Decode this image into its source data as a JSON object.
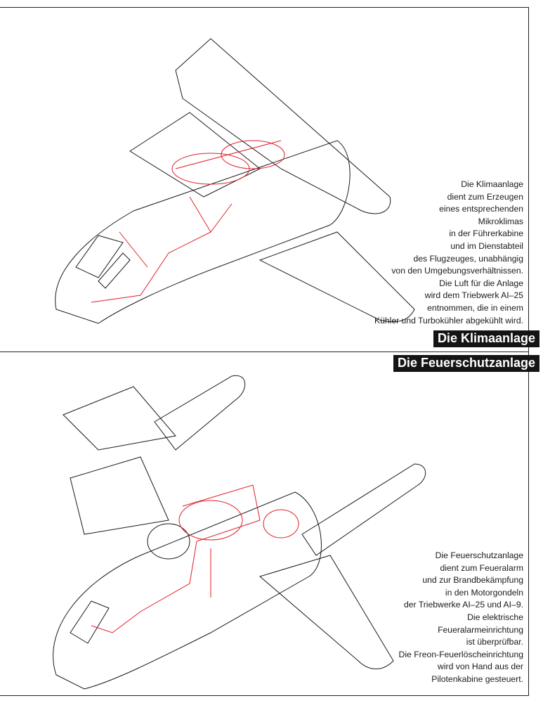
{
  "sections": [
    {
      "title": "Die Klimaanlage",
      "lines": [
        "Die Klimaanlage",
        "dient zum Erzeugen",
        "eines entsprechenden",
        "Mikroklimas",
        "in der Führerkabine",
        "und im Dienstabteil",
        "des Flugzeuges, unabhängig",
        "von den Umgebungsverhältnissen.",
        "Die Luft für die Anlage",
        "wird dem Triebwerk AI–25",
        "entnommen, die in einem",
        "Kühler und Turbokühler abgekühlt wird."
      ]
    },
    {
      "title": "Die Feuerschutzanlage",
      "lines": [
        "Die Feuerschutzanlage",
        "dient zum Feueralarm",
        "und zur Brandbekämpfung",
        "in den Motorgondeln",
        "der Triebwerke AI–25 und AI–9.",
        "Die elektrische",
        "Feueralarmeinrichtung",
        "ist überprüfbar.",
        "Die Freon-Feuerlöscheinrichtung",
        "wird von Hand aus der",
        "Pilotenkabine gesteuert."
      ]
    }
  ],
  "colors": {
    "line": "#1a1a1a",
    "system": "#e0202a"
  }
}
